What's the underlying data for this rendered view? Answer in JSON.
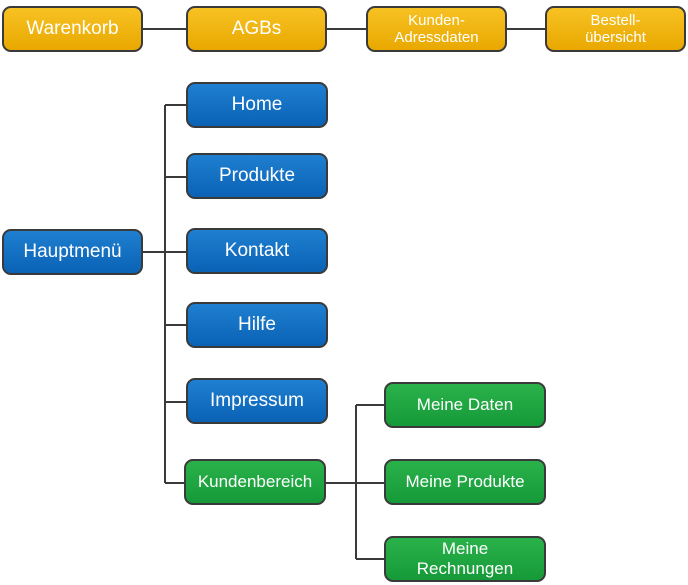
{
  "colors": {
    "process_node": "#f2b705",
    "menu_node": "#0b67b8",
    "account_node": "#1aa33f",
    "border": "#3a3a3a",
    "connector": "#3a3a3a"
  },
  "process_flow": [
    {
      "id": "warenkorb",
      "lines": [
        "Warenkorb"
      ]
    },
    {
      "id": "agbs",
      "lines": [
        "AGBs"
      ]
    },
    {
      "id": "kunden-adressdaten",
      "lines": [
        "Kunden-",
        "Adressdaten"
      ]
    },
    {
      "id": "bestelluebersicht",
      "lines": [
        "Bestell-",
        "übersicht"
      ]
    }
  ],
  "root": {
    "lines": [
      "Hauptmenü"
    ]
  },
  "menu_items": [
    {
      "id": "home",
      "lines": [
        "Home"
      ]
    },
    {
      "id": "produkte",
      "lines": [
        "Produkte"
      ]
    },
    {
      "id": "kontakt",
      "lines": [
        "Kontakt"
      ]
    },
    {
      "id": "hilfe",
      "lines": [
        "Hilfe"
      ]
    },
    {
      "id": "impressum",
      "lines": [
        "Impressum"
      ]
    },
    {
      "id": "kundenbereich",
      "lines": [
        "Kundenbereich"
      ]
    }
  ],
  "account_items": [
    {
      "id": "meine-daten",
      "lines": [
        "Meine Daten"
      ]
    },
    {
      "id": "meine-produkte",
      "lines": [
        "Meine Produkte"
      ]
    },
    {
      "id": "meine-rechnungen",
      "lines": [
        "Meine",
        "Rechnungen"
      ]
    }
  ]
}
